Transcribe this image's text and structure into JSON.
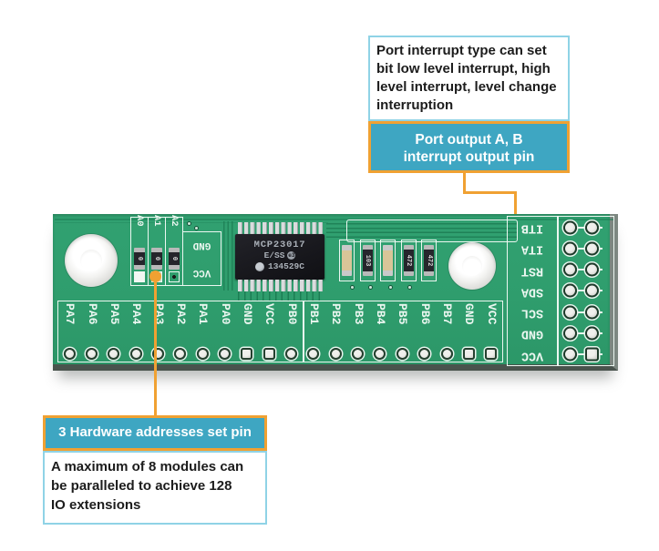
{
  "colors": {
    "callout_fill": "#3ea6c2",
    "callout_border_orange": "#f0a132",
    "note_border_blue": "#8fd3e6",
    "board_green": "#2f9d6d",
    "silkscreen_white": "#ecf7f1",
    "connector_orange": "#f0a132"
  },
  "annotations": {
    "top_note": {
      "text": "Port interrupt type can set\nbit low level interrupt, high\nlevel interrupt, level change\ninterruption"
    },
    "top_callout": {
      "text": "Port output A, B\ninterrupt output pin"
    },
    "bottom_callout": {
      "text": "3 Hardware addresses set pin"
    },
    "bottom_note": {
      "text": "A maximum of 8 modules can\nbe paralleled to achieve 128\nIO extensions"
    }
  },
  "board": {
    "chip": {
      "line1": "MCP23017",
      "line2": "E/SS",
      "e3_mark": "e3",
      "line3": "134529C"
    },
    "jumpers": [
      {
        "label": "A0",
        "value": "0"
      },
      {
        "label": "A1",
        "value": "0"
      },
      {
        "label": "A2",
        "value": "0"
      }
    ],
    "rail_labels": {
      "top": "GND",
      "bottom": "VCC"
    },
    "bottom_pins": [
      "PA7",
      "PA6",
      "PA5",
      "PA4",
      "PA3",
      "PA2",
      "PA1",
      "PA0",
      "GND",
      "VCC",
      "PB0",
      "PB1",
      "PB2",
      "PB3",
      "PB4",
      "PB5",
      "PB6",
      "PB7",
      "GND",
      "VCC"
    ],
    "side_pins": [
      "ITB",
      "ITA",
      "RST",
      "SDA",
      "SCL",
      "GND",
      "VCC"
    ],
    "smd": [
      {
        "value": ""
      },
      {
        "value": "103"
      },
      {
        "value": ""
      },
      {
        "value": "472"
      },
      {
        "value": "472"
      }
    ]
  }
}
